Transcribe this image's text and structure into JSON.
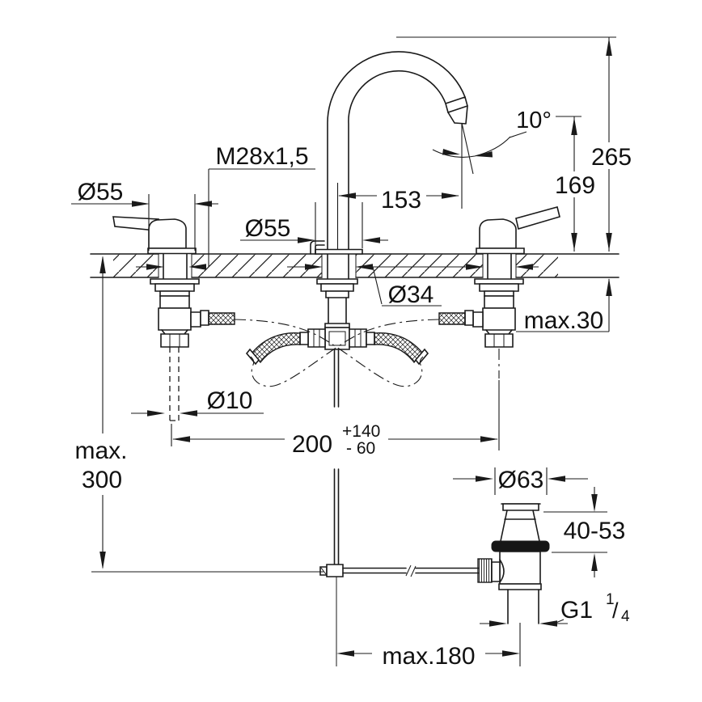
{
  "drawing": {
    "kind": "technical installation drawing",
    "subject": "3-hole basin mixer with high spout and pop-up waste",
    "background_color": "#ffffff",
    "line_color": "#1a1a1a"
  },
  "dims": {
    "angle": "10°",
    "height_overall": "265",
    "height_outlet": "169",
    "reach": "153",
    "thread": "M28x1,5",
    "escutcheon_left": "Ø55",
    "escutcheon_center": "Ø55",
    "hole": "Ø34",
    "deck_thickness": "max.30",
    "rod_diameter": "Ø10",
    "spacing": "200",
    "spacing_plus": "+140",
    "spacing_minus": "- 60",
    "max_label": "max.",
    "max_value": "300",
    "waste_flange": "Ø63",
    "waste_range": "40-53",
    "g_thread_base": "G1",
    "g_thread_sup": "1",
    "g_thread_slash": "/",
    "g_thread_sub": "4",
    "rod_reach": "max.180"
  }
}
